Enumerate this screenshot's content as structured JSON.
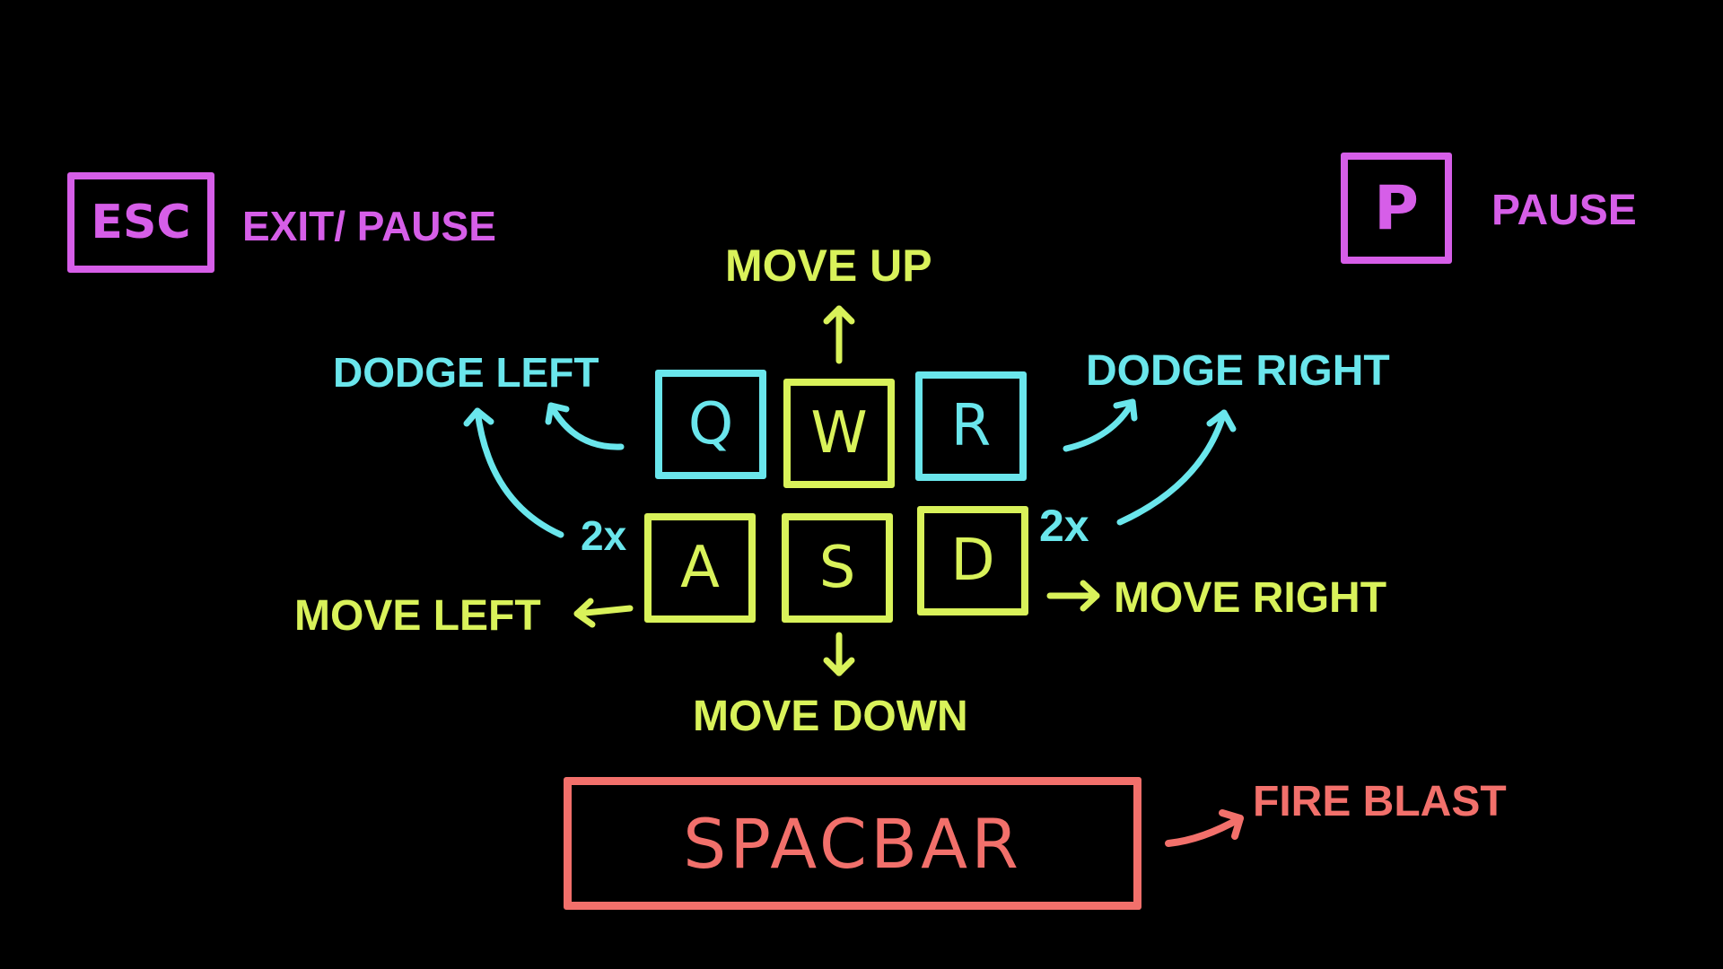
{
  "colors": {
    "background": "#000000",
    "magenta": "#d65ee8",
    "cyan": "#6ae6ec",
    "lime": "#d9f25a",
    "red": "#f2706b"
  },
  "keys": {
    "esc": "ESC",
    "p": "P",
    "q": "Q",
    "w": "W",
    "r": "R",
    "a": "A",
    "s": "S",
    "d": "D",
    "spacebar": "SPACBAR"
  },
  "labels": {
    "exit_pause": "EXIT/ PAUSE",
    "pause": "PAUSE",
    "move_up": "MOVE UP",
    "dodge_left": "DODGE LEFT",
    "dodge_right": "DODGE RIGHT",
    "move_left": "MOVE LEFT",
    "move_right": "MOVE RIGHT",
    "move_down": "MOVE DOWN",
    "fire_blast": "FIRE BLAST",
    "double_tap_left": "2x",
    "double_tap_right": "2x"
  },
  "icons": {
    "direction_arrows": "arrow-icon",
    "dodge_arrows": "curved-arrow-icon"
  }
}
